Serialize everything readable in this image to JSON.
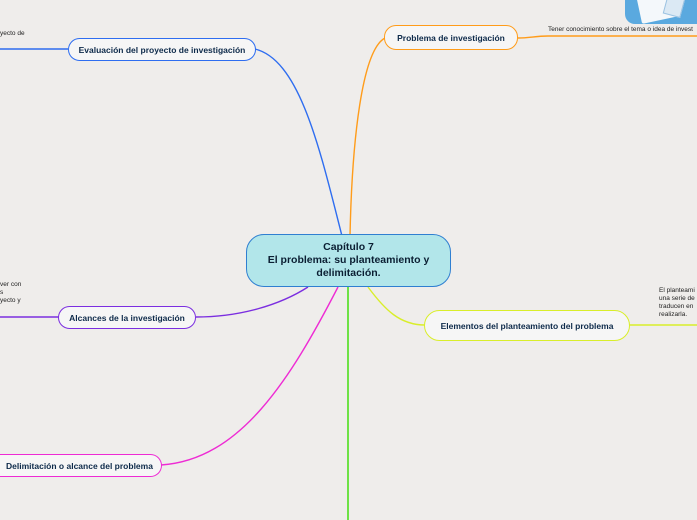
{
  "center": {
    "line1": "Capítulo 7",
    "line2": "El problema: su planteamiento y",
    "line3": "delimitación."
  },
  "branches": {
    "evaluacion": {
      "label": "Evaluación del proyecto de investigación",
      "color": "#2e6df0"
    },
    "problema": {
      "label": "Problema de investigación",
      "color": "#ff9c1a"
    },
    "alcances": {
      "label": "Alcances de la investigación",
      "color": "#7b2ee0"
    },
    "elementos": {
      "label": "Elementos del planteamiento del problema",
      "color": "#d9ee2a"
    },
    "delimitacion": {
      "label": "Delimitación o alcance del problema",
      "color": "#ee2bd4"
    },
    "bottom": {
      "color": "#4de01c"
    }
  },
  "notes": {
    "evaluacion": [
      "yecto de"
    ],
    "problema": [
      "Tener conocimiento sobre el tema o idea de invest"
    ],
    "alcances": [
      "ver con",
      "s",
      "yecto y"
    ],
    "elementos": [
      "El planteami",
      "una serie de",
      "traducen en",
      "realizarla."
    ]
  }
}
